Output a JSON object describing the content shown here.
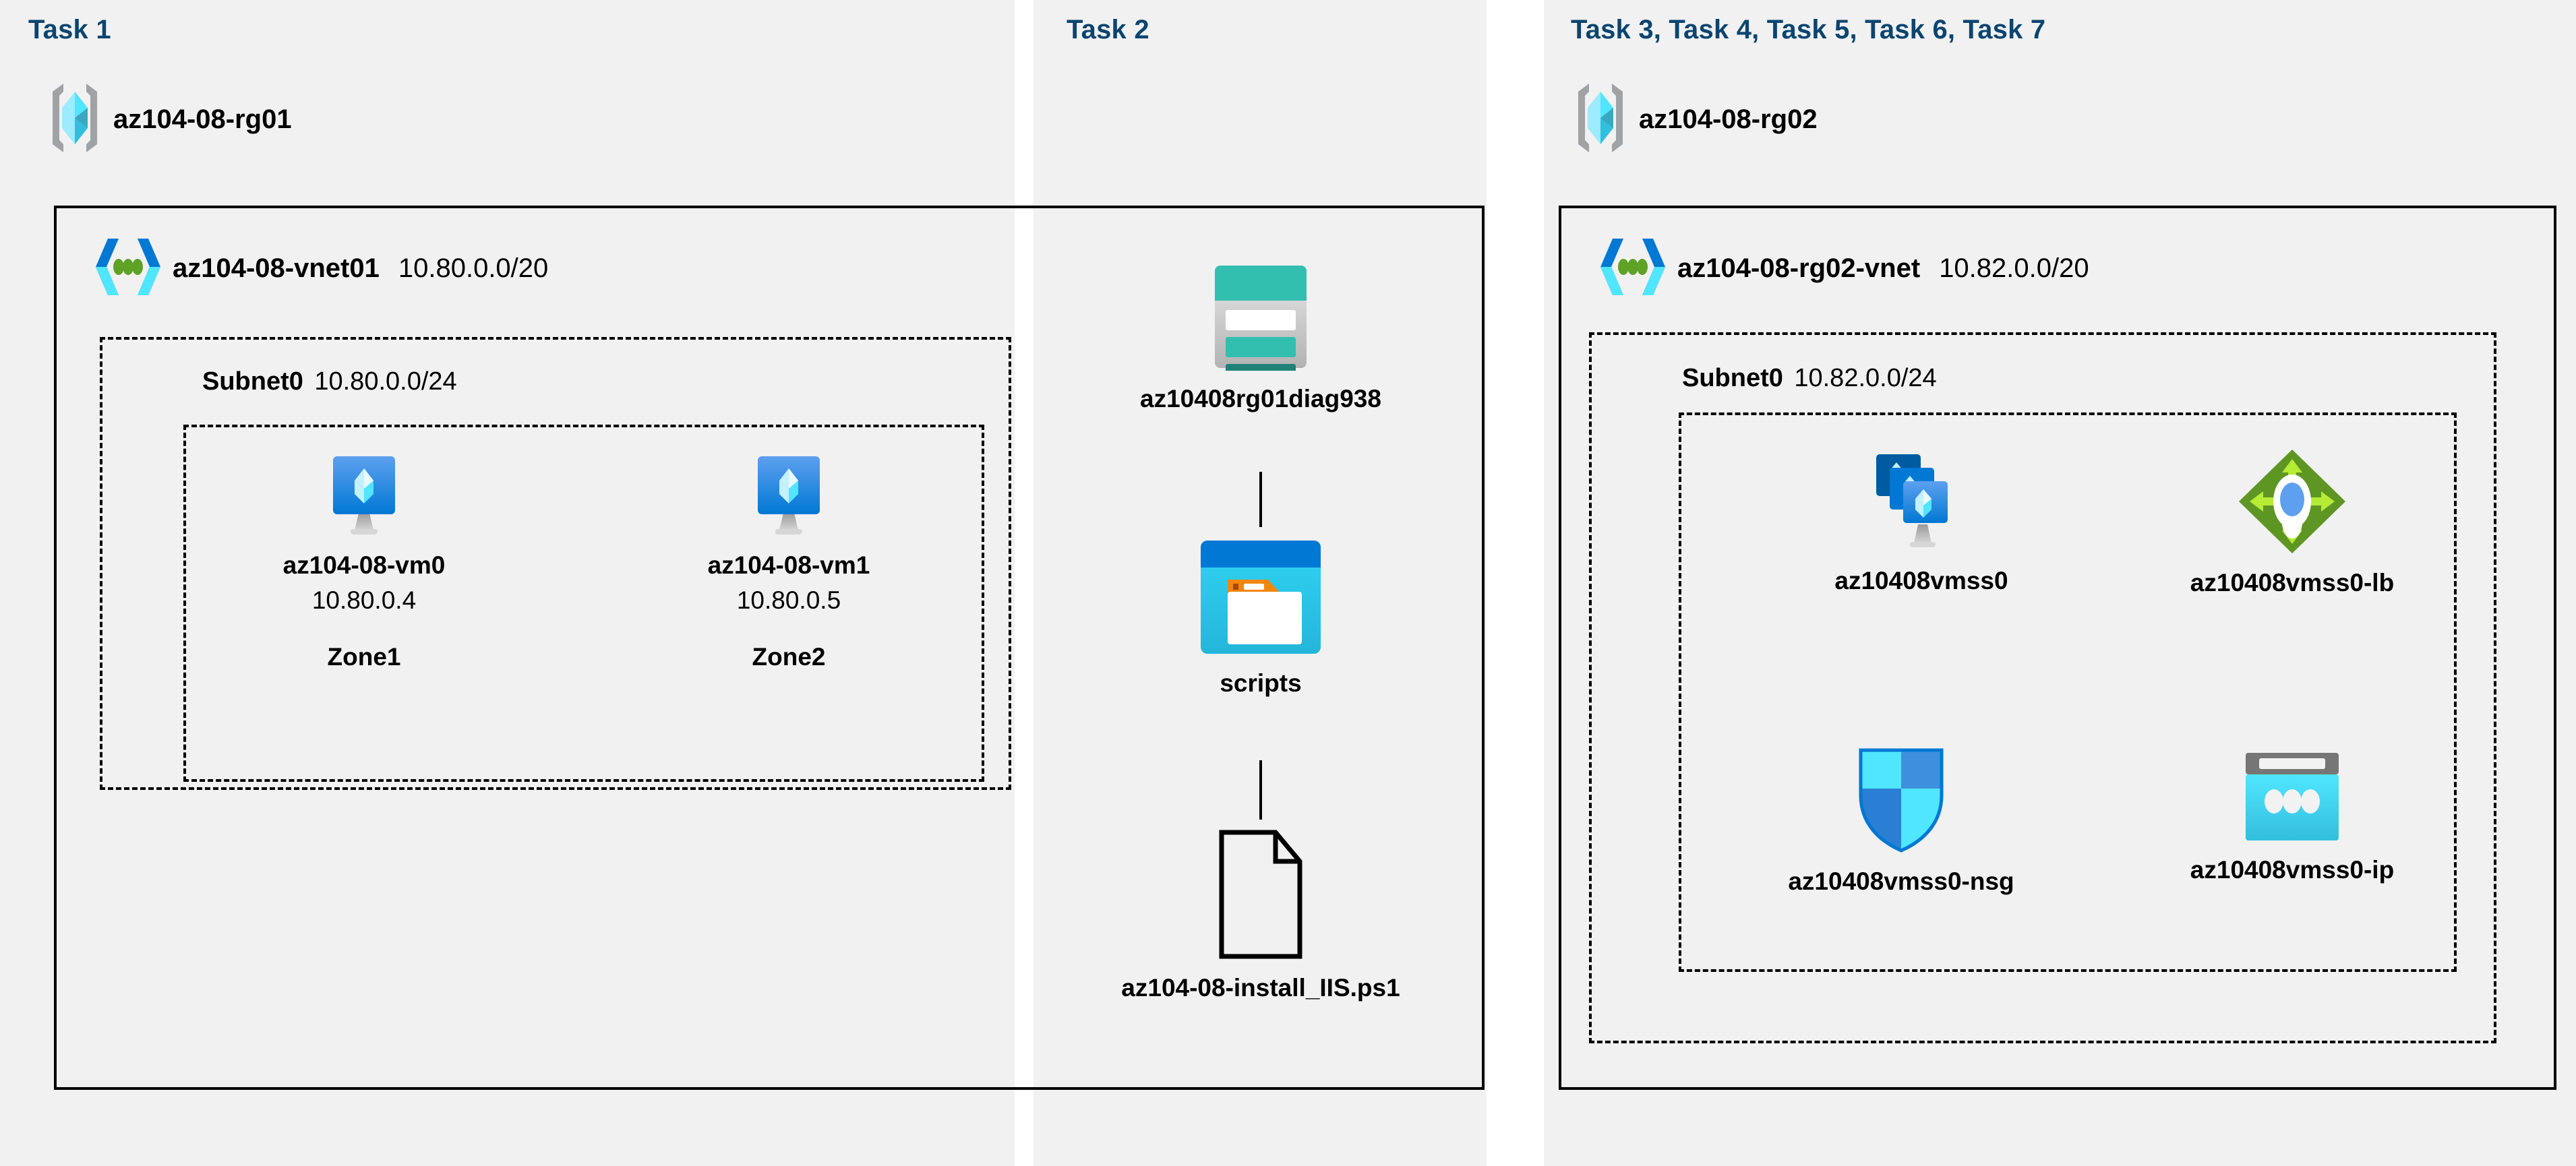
{
  "columns": [
    {
      "title": "Task 1"
    },
    {
      "title": "Task 2"
    },
    {
      "title": "Task 3, Task 4, Task 5, Task 6, Task 7"
    }
  ],
  "resource_groups": [
    {
      "name": "az104-08-rg01",
      "icon": "resource-group-icon"
    },
    {
      "name": "az104-08-rg02",
      "icon": "resource-group-icon"
    }
  ],
  "vnets": [
    {
      "name": "az104-08-vnet01",
      "cidr": "10.80.0.0/20",
      "icon": "virtual-network-icon"
    },
    {
      "name": "az104-08-rg02-vnet",
      "cidr": "10.82.0.0/20",
      "icon": "virtual-network-icon"
    }
  ],
  "subnets": [
    {
      "name": "Subnet0",
      "cidr": "10.80.0.0/24"
    },
    {
      "name": "Subnet0",
      "cidr": "10.82.0.0/24"
    }
  ],
  "vms": [
    {
      "name": "az104-08-vm0",
      "ip": "10.80.0.4",
      "zone": "Zone1",
      "icon": "virtual-machine-icon"
    },
    {
      "name": "az104-08-vm1",
      "ip": "10.80.0.5",
      "zone": "Zone2",
      "icon": "virtual-machine-icon"
    }
  ],
  "storage": {
    "account": {
      "name": "az10408rg01diag938",
      "icon": "storage-account-icon"
    },
    "container": {
      "name": "scripts",
      "icon": "blob-container-icon"
    },
    "file": {
      "name": "az104-08-install_IIS.ps1",
      "icon": "script-file-icon"
    }
  },
  "scale_set_resources": [
    {
      "name": "az10408vmss0",
      "icon": "vm-scale-set-icon"
    },
    {
      "name": "az10408vmss0-lb",
      "icon": "load-balancer-icon"
    },
    {
      "name": "az10408vmss0-nsg",
      "icon": "network-security-group-icon"
    },
    {
      "name": "az10408vmss0-ip",
      "icon": "public-ip-address-icon"
    }
  ],
  "colors": {
    "task_heading": "#0b4570",
    "panel_background": "#f1f1f1",
    "page_background": "#ffffff",
    "border": "#000000",
    "azure_blue": "#0078d4",
    "azure_cyan": "#50e6ff",
    "storage_teal": "#32bfb0",
    "load_balancer_green": "#76bc2d",
    "public_ip_gray": "#767676"
  }
}
